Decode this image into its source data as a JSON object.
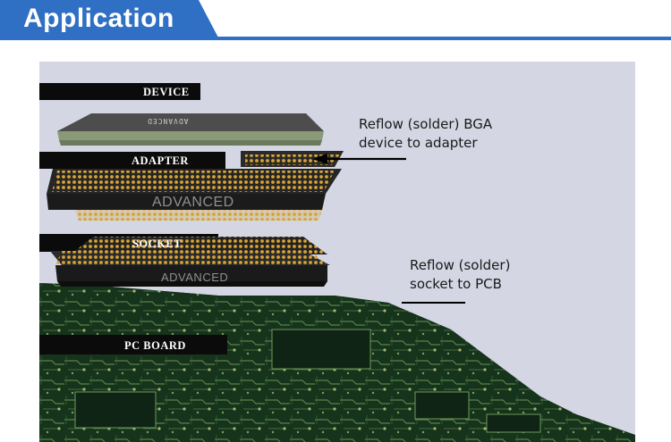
{
  "header": {
    "title": "Application"
  },
  "figure": {
    "layers": {
      "device": "DEVICE",
      "adapter": "ADAPTER",
      "socket": "SOCKET",
      "pc_board": "PC BOARD"
    },
    "brand_text": "ADVANCED",
    "device_marking": "ADVANCED",
    "callouts": {
      "top_line1": "Reflow (solder) BGA",
      "top_line2": "device to adapter",
      "bottom_line1": "Reflow (solder)",
      "bottom_line2": "socket to PCB"
    },
    "colors": {
      "header_blue": "#2f6fc4",
      "background": "#d4d6e3",
      "pcb_green": "#16331c",
      "gold_pins": "#d7a336",
      "label_bar": "#0b0b0b"
    }
  }
}
